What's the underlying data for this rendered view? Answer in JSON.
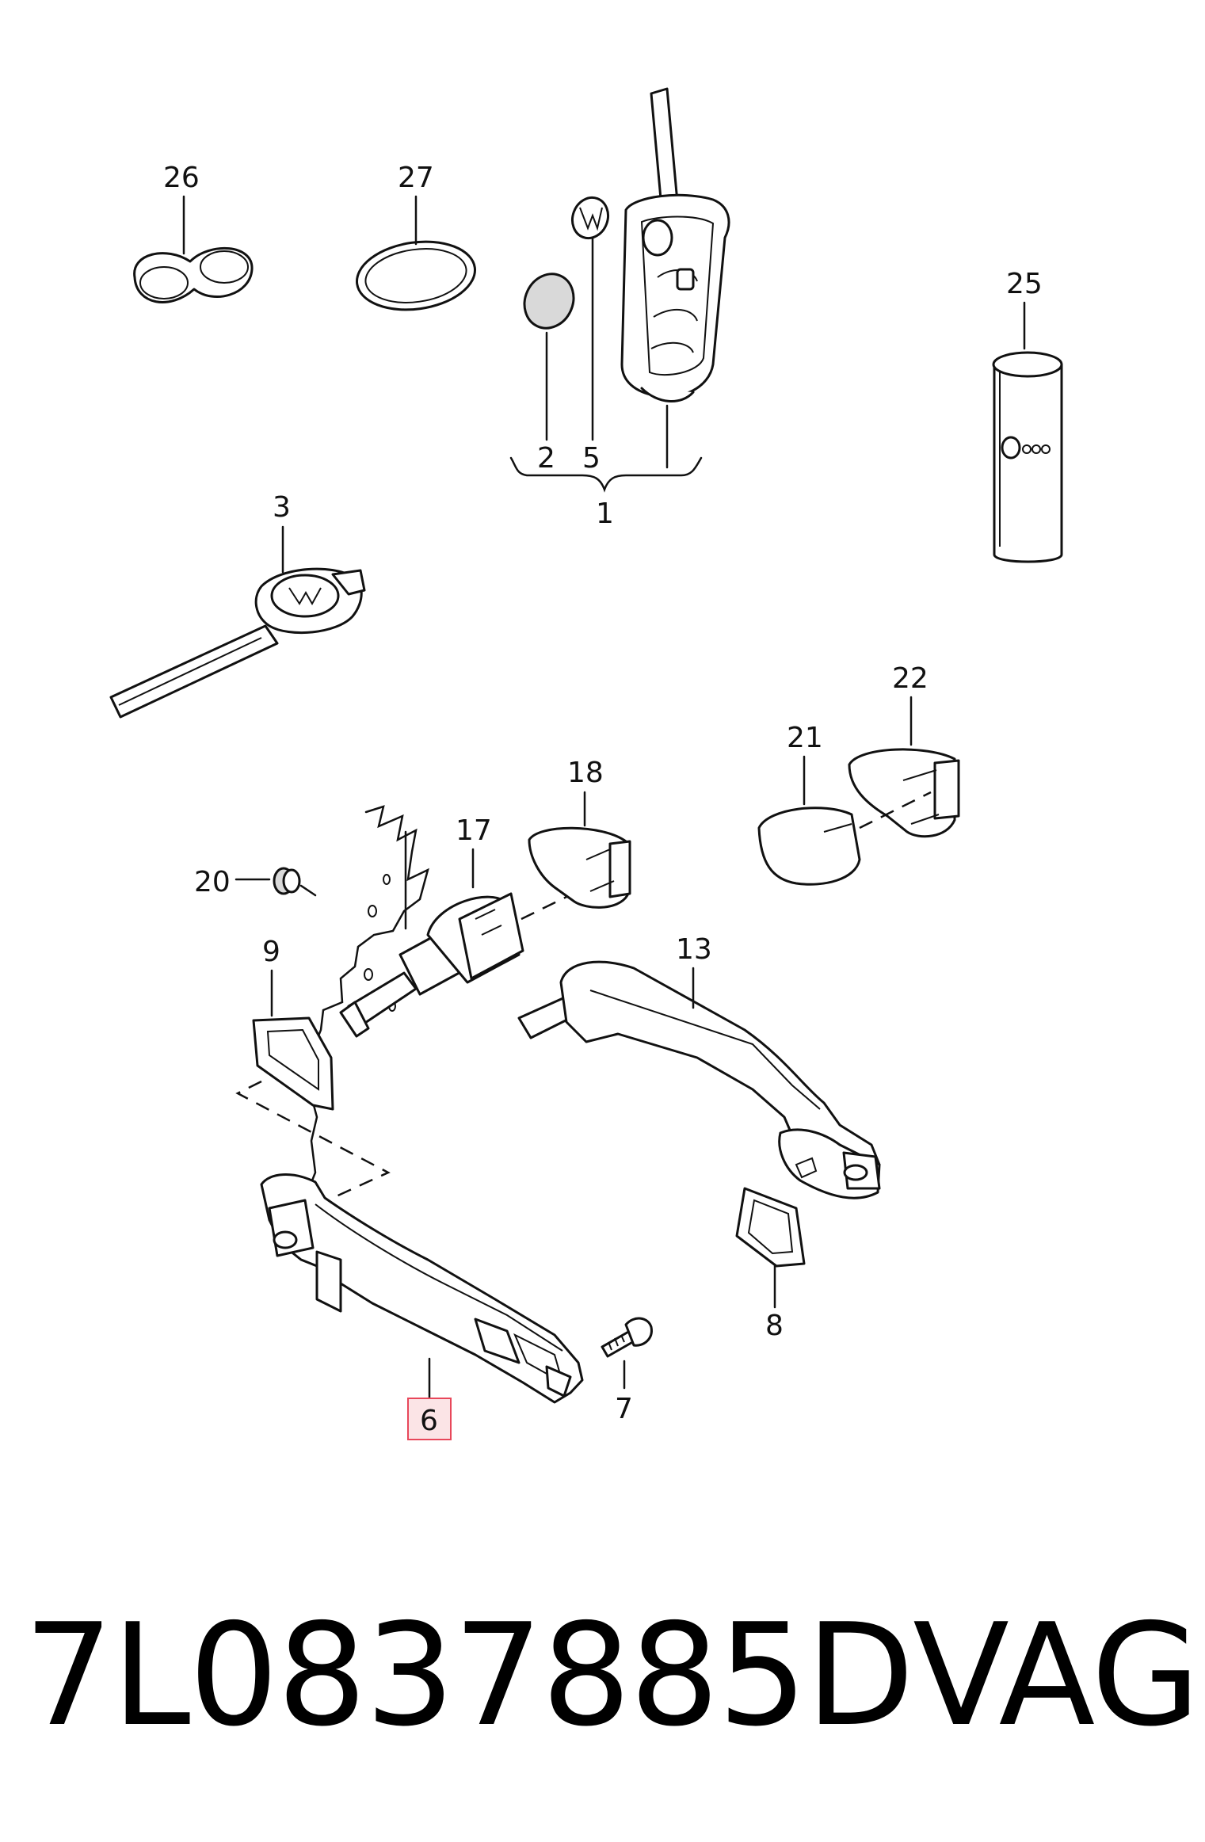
{
  "callouts": {
    "c1": "1",
    "c2": "2",
    "c3": "3",
    "c5": "5",
    "c6": "6",
    "c7": "7",
    "c8": "8",
    "c9": "9",
    "c13": "13",
    "c17": "17",
    "c18": "18",
    "c20": "20",
    "c21": "21",
    "c22": "22",
    "c25": "25",
    "c26": "26",
    "c27": "27"
  },
  "highlight_color": "#e8475a",
  "footer": {
    "part_number": "7L0837885D",
    "brand": "VAG"
  }
}
